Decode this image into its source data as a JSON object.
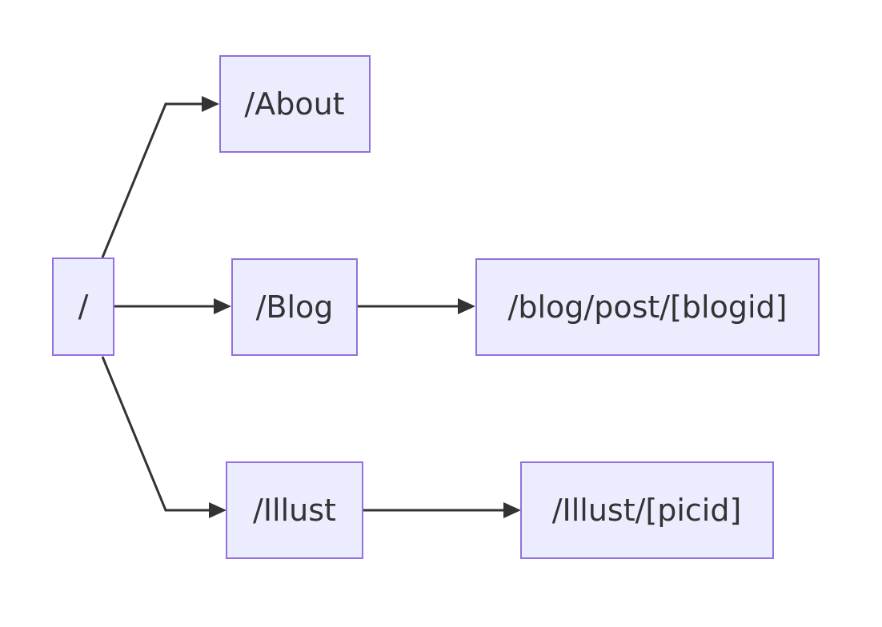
{
  "diagram": {
    "type": "flowchart",
    "direction": "left-to-right",
    "nodes": [
      {
        "id": "root",
        "label": "/"
      },
      {
        "id": "about",
        "label": "/About"
      },
      {
        "id": "blog",
        "label": "/Blog"
      },
      {
        "id": "blog_post",
        "label": "/blog/post/[blogid]"
      },
      {
        "id": "illust",
        "label": "/Illust"
      },
      {
        "id": "illust_pic",
        "label": "/Illust/[picid]"
      }
    ],
    "edges": [
      {
        "from": "root",
        "to": "about"
      },
      {
        "from": "root",
        "to": "blog"
      },
      {
        "from": "root",
        "to": "illust"
      },
      {
        "from": "blog",
        "to": "blog_post"
      },
      {
        "from": "illust",
        "to": "illust_pic"
      }
    ],
    "colors": {
      "node_fill": "#ECECFF",
      "node_stroke": "#9370DB",
      "edge": "#333333",
      "text": "#333333"
    }
  }
}
